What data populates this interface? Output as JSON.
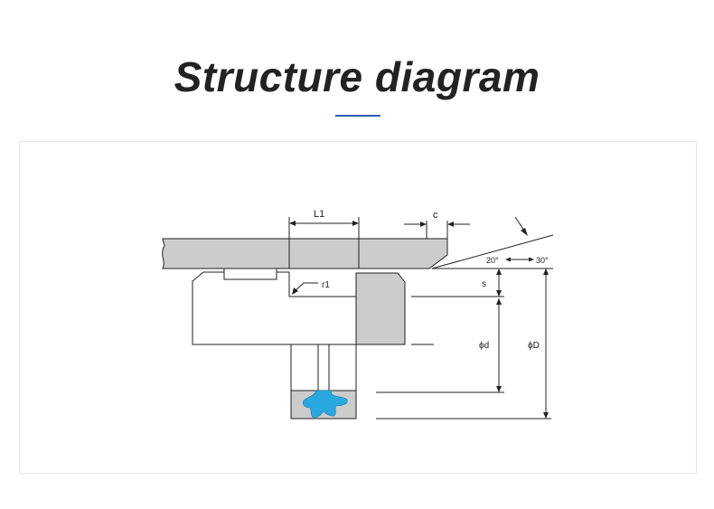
{
  "page": {
    "title": "Structure diagram"
  },
  "diagram": {
    "labels": {
      "L1": "L1",
      "c": "c",
      "r1": "r1",
      "s": "s",
      "phi_d": "ϕd",
      "phi_D": "ϕD",
      "angle_20": "20°",
      "angle_30": "30°"
    },
    "colors": {
      "rod_fill": "#cccccc",
      "seal_fill": "#cccccc",
      "lip_fill": "#29a8e0",
      "stroke": "#222222",
      "accent": "#2a5db0"
    }
  }
}
